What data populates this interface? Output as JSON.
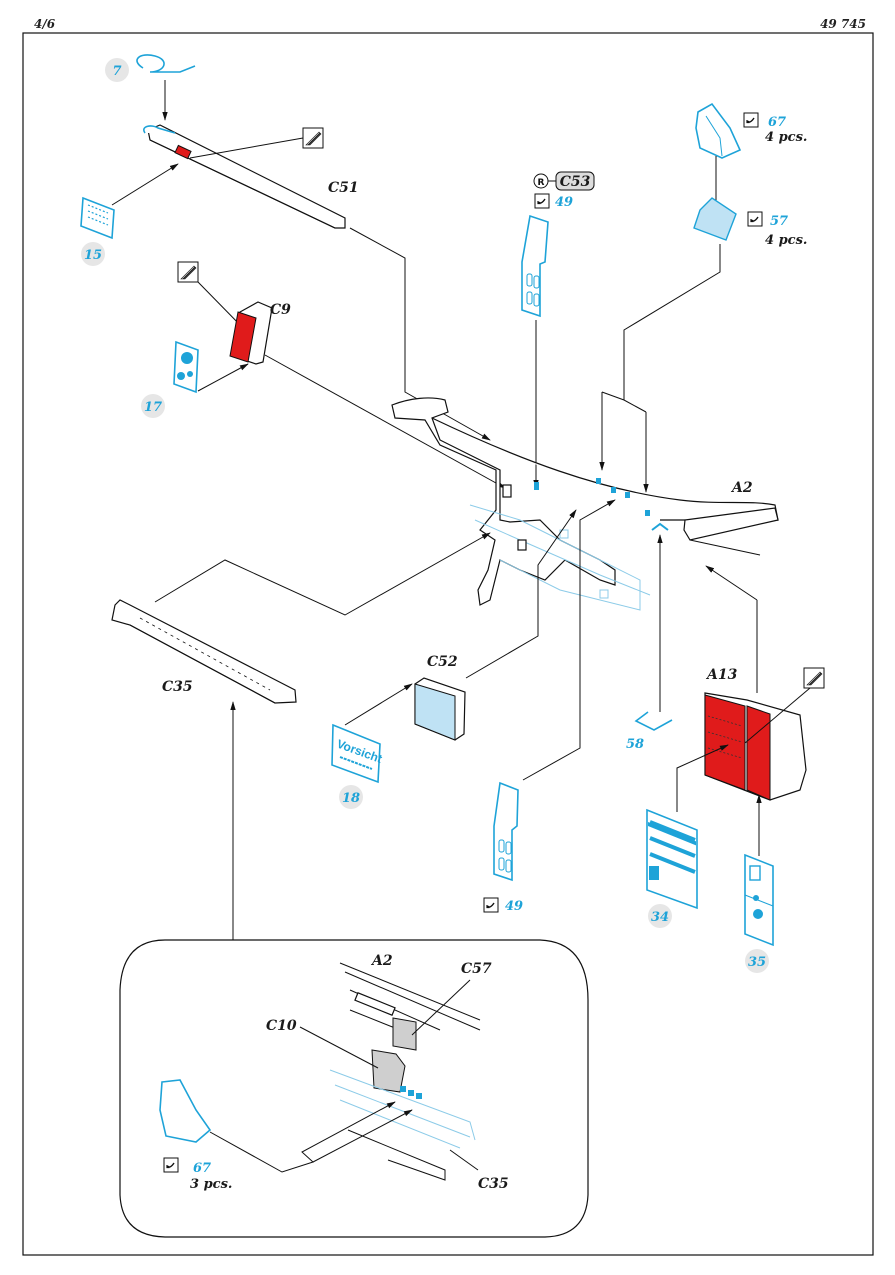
{
  "header": {
    "page": "4/6",
    "code": "49 745"
  },
  "colors": {
    "photo_etch": "#1ea3d8",
    "paint_red": "#e01b1b",
    "ink": "#111111",
    "grey_part": "#cfcfcf"
  },
  "symbols": {
    "bend": "bend-symbol",
    "remove": "remove-part-symbol",
    "texture": "hatched-texture-symbol"
  },
  "callouts": {
    "pe7": {
      "num": "7"
    },
    "pe15": {
      "num": "15"
    },
    "pe17": {
      "num": "17"
    },
    "pe18": {
      "num": "18",
      "decal_text": "Vorsicht"
    },
    "pe34": {
      "num": "34"
    },
    "pe35": {
      "num": "35"
    },
    "pe58": {
      "num": "58"
    },
    "pe49_top": {
      "num": "49"
    },
    "pe49_bottom": {
      "num": "49"
    },
    "pe67_top": {
      "num": "67",
      "qty": "4 pcs."
    },
    "pe57": {
      "num": "57",
      "qty": "4 pcs."
    },
    "pe67_inset": {
      "num": "67",
      "qty": "3 pcs."
    }
  },
  "parts": {
    "c51": "C51",
    "c9": "C9",
    "c53": "C53",
    "a2": "A2",
    "c35": "C35",
    "c52": "C52",
    "a13": "A13"
  },
  "inset": {
    "a2": "A2",
    "c57": "C57",
    "c10": "C10",
    "c35": "C35"
  }
}
